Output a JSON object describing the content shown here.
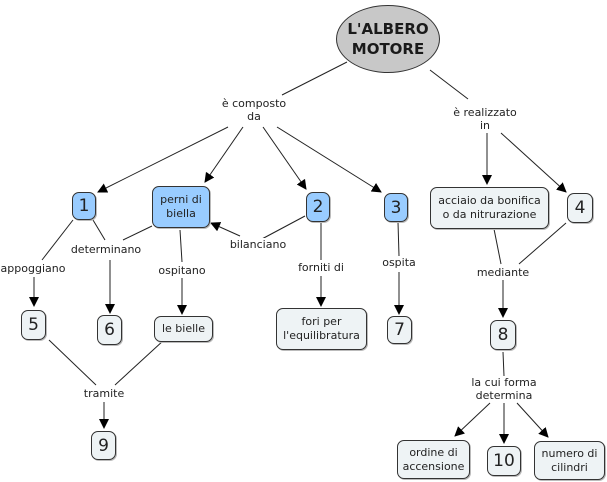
{
  "root": {
    "line1": "L'ALBERO",
    "line2": "MOTORE"
  },
  "nodes": {
    "n1": "1",
    "perni_line1": "perni di",
    "perni_line2": "biella",
    "n2": "2",
    "n3": "3",
    "acciaio_line1": "acciaio da bonifica",
    "acciaio_line2": "o da nitrurazione",
    "n4": "4",
    "n5": "5",
    "n6": "6",
    "bielle": "le bielle",
    "fori_line1": "fori per",
    "fori_line2": "l'equilibratura",
    "n7": "7",
    "n8": "8",
    "n9": "9",
    "ordine_line1": "ordine di",
    "ordine_line2": "accensione",
    "n10": "10",
    "numero_line1": "numero di",
    "numero_line2": "cilindri"
  },
  "links": {
    "composto_line1": "è composto",
    "composto_line2": "da",
    "realizzato_line1": "è realizzato",
    "realizzato_line2": "in",
    "appoggiano": "appoggiano",
    "determinano": "determinano",
    "ospitano": "ospitano",
    "bilanciano": "bilanciano",
    "forniti": "forniti di",
    "ospita": "ospita",
    "mediante": "mediante",
    "tramite": "tramite",
    "forma_line1": "la cui forma",
    "forma_line2": "determina"
  },
  "colors": {
    "concept_blue": "#99ccff",
    "concept_pale": "#eef3f5",
    "root_gray": "#c8c8c8"
  }
}
